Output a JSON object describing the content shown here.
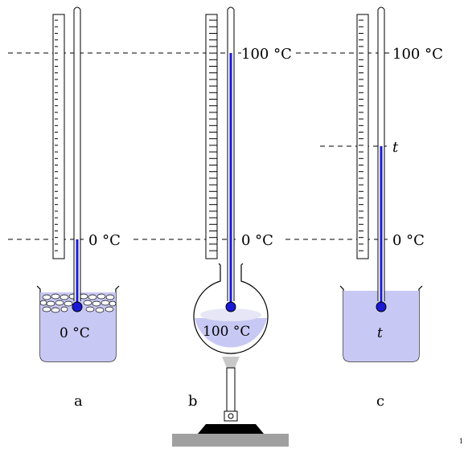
{
  "labels": {
    "t100_b": "100 °C",
    "t100_c": "100 °C",
    "t0_a": "0 °C",
    "t0_b": "0 °C",
    "t0_c": "0 °C",
    "t_c": "t",
    "liquid_a": "0 °C",
    "liquid_b": "100 °C",
    "liquid_c": "t",
    "cap_a": "a",
    "cap_b": "b",
    "cap_c": "c",
    "corner": "1"
  },
  "colors": {
    "mercury": "#1a1ad6",
    "liquid": "#c8c8f4",
    "flame": "#c8c8c8",
    "base": "#a0a0a0"
  }
}
